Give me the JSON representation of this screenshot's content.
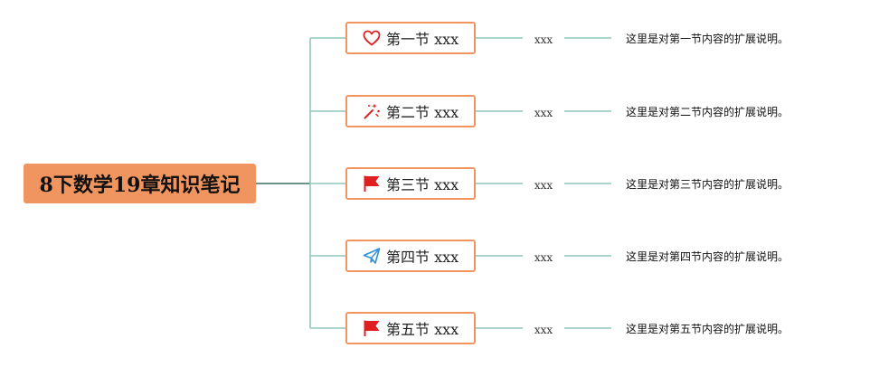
{
  "root": {
    "title": "8下数学19章知识笔记"
  },
  "colors": {
    "accent": "#f0955f",
    "line": "#8fc7bb",
    "trunk": "#3d6e63"
  },
  "branches": [
    {
      "label": "第一节 xxx",
      "icon": "heart-icon",
      "sub": "xxx",
      "note": "这里是对第一节内容的扩展说明。"
    },
    {
      "label": "第二节 xxx",
      "icon": "magic-wand-icon",
      "sub": "xxx",
      "note": "这里是对第二节内容的扩展说明。"
    },
    {
      "label": "第三节 xxx",
      "icon": "red-flag-icon",
      "sub": "xxx",
      "note": "这里是对第三节内容的扩展说明。"
    },
    {
      "label": "第四节 xxx",
      "icon": "paper-plane-icon",
      "sub": "xxx",
      "note": "这里是对第四节内容的扩展说明。"
    },
    {
      "label": "第五节 xxx",
      "icon": "red-flag-icon",
      "sub": "xxx",
      "note": "这里是对第五节内容的扩展说明。"
    }
  ]
}
